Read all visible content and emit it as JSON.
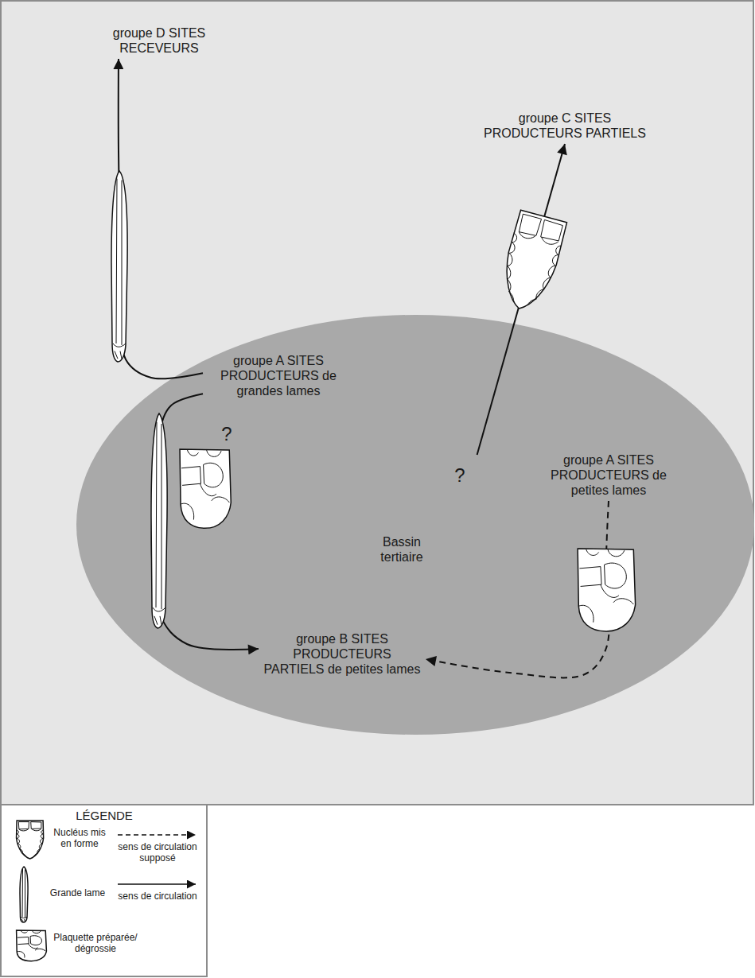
{
  "diagram": {
    "nodes": [
      {
        "text": [
          "groupe D SITES RECEVEURS"
        ]
      },
      {
        "text": [
          "groupe C SITES PRODUCTEURS PARTIELS"
        ]
      },
      {
        "text": [
          "Bassin tertiaire"
        ]
      },
      {
        "text": [
          "groupe A SITES PRODUCTEURS de grandes lames"
        ],
        "in": 2
      },
      {
        "text": [
          "groupe A SITES PRODUCTEURS de petites lames"
        ],
        "in": 2
      },
      {
        "text": [
          "groupe B SITES PRODUCTEURS PARTIELS de petites lames"
        ],
        "in": 2
      }
    ],
    "edges": [
      {
        "from": 3,
        "to": 0,
        "arrow": "to"
      },
      {
        "from": 3,
        "to": 5,
        "arrow": "to"
      },
      {
        "from": 4,
        "to": 5,
        "arrow": "to"
      },
      {
        "from": 2,
        "to": 1,
        "arrow": "to"
      }
    ],
    "labels": [
      "?",
      "?",
      "LÉGENDE"
    ],
    "legend": [
      {
        "text": "Nucléus mis en forme"
      },
      {
        "text": "sens de circulation supposé"
      },
      {
        "text": "Grande lame"
      },
      {
        "text": "sens de circulation"
      },
      {
        "text": "Plaquette préparée/ dégrossie"
      }
    ]
  }
}
